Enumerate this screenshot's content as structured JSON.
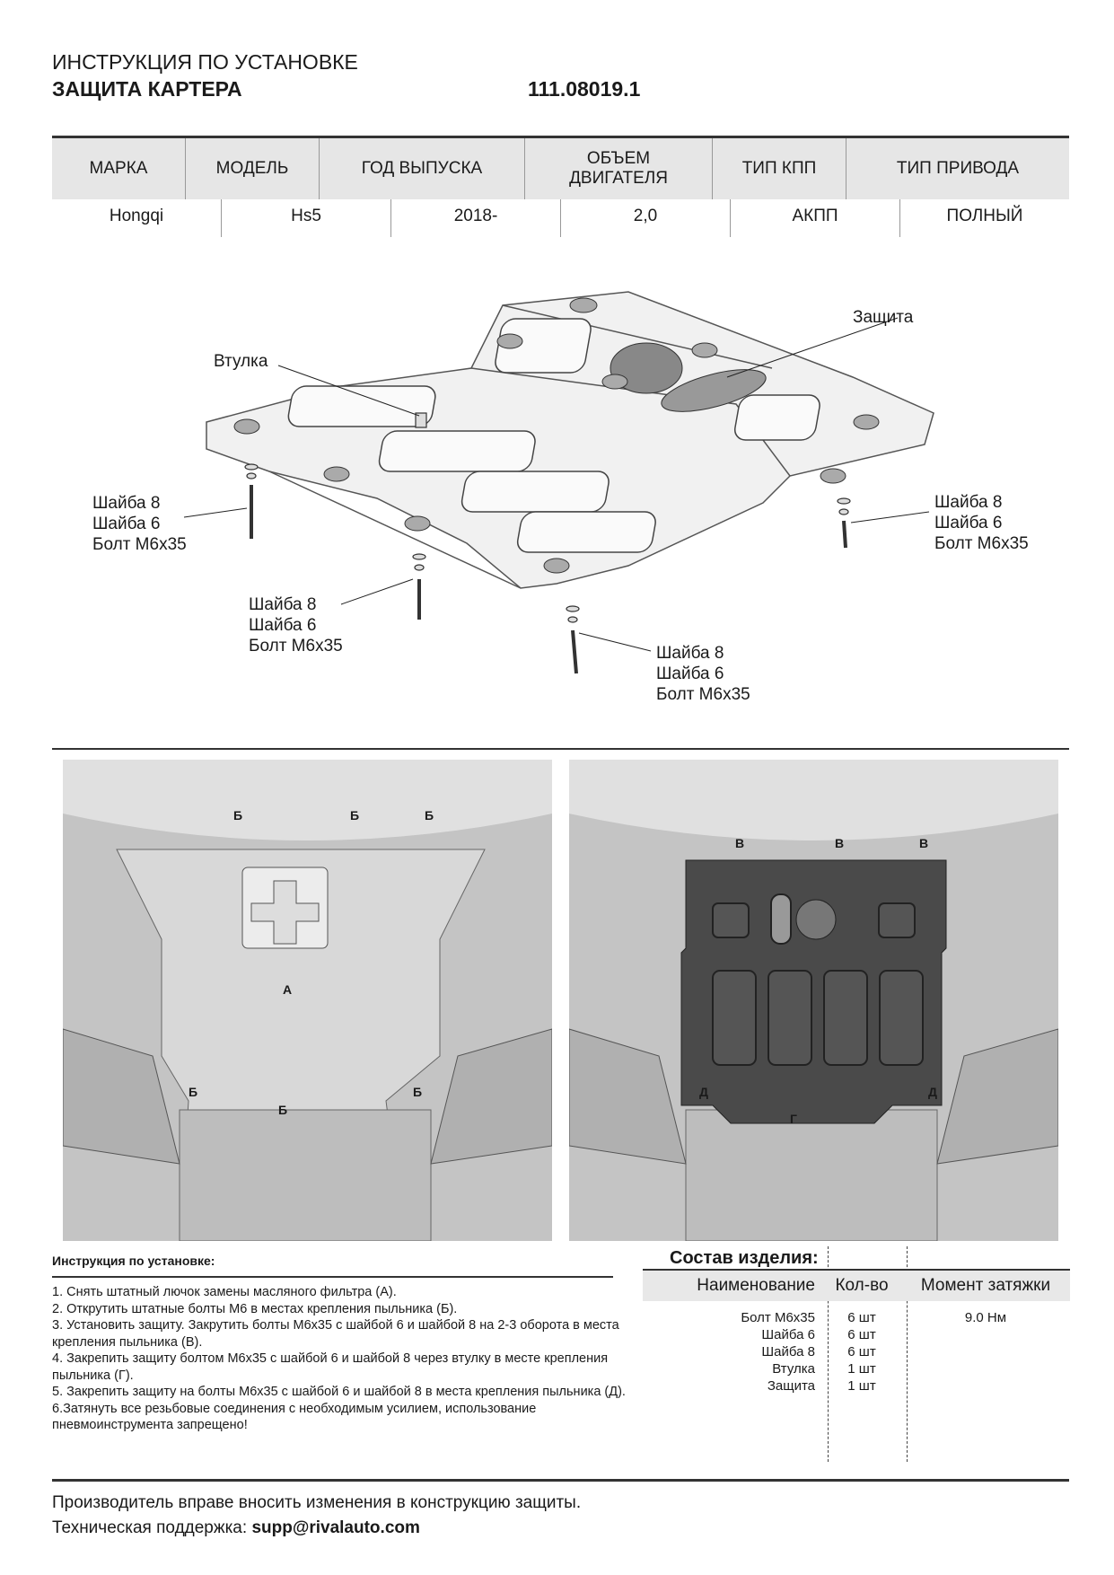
{
  "header": {
    "title_line1": "ИНСТРУКЦИЯ ПО УСТАНОВКЕ",
    "title_line2": "ЗАЩИТА КАРТЕРА",
    "article": "111.08019.1"
  },
  "spec_table": {
    "headers": [
      "МАРКА",
      "МОДЕЛЬ",
      "ГОД ВЫПУСКА",
      "ОБЪЕМ ДВИГАТЕЛЯ",
      "ТИП КПП",
      "ТИП ПРИВОДА"
    ],
    "values": [
      "Hongqi",
      "Hs5",
      "2018-",
      "2,0",
      "АКПП",
      "ПОЛНЫЙ"
    ]
  },
  "diagram": {
    "label_guard": "Защита",
    "label_bushing": "Втулка",
    "fastener_set": {
      "l1": "Шайба 8",
      "l2": "Шайба 6",
      "l3": "Болт М6х35"
    }
  },
  "photos": {
    "left_markers": {
      "b": "Б",
      "a": "А"
    },
    "right_markers": {
      "v": "В",
      "g": "Г",
      "d": "Д"
    }
  },
  "instructions": {
    "title": "Инструкция по установке:",
    "steps": [
      "1. Снять штатный лючок замены масляного фильтра (А).",
      "2. Открутить штатные болты М6 в местах крепления пыльника (Б).",
      "3. Установить защиту. Закрутить болты М6х35 с шайбой 6 и шайбой 8 на 2-3 оборота в места крепления пыльника (В).",
      "4. Закрепить защиту болтом М6х35 с шайбой 6 и шайбой 8 через втулку в месте крепления пыльника (Г).",
      "5. Закрепить защиту на болты М6х35 с шайбой 6 и шайбой 8 в места крепления пыльника (Д).",
      "6.Затянуть все резьбовые соединения с необходимым усилием, использование пневмоинструмента запрещено!"
    ]
  },
  "composition": {
    "title": "Состав изделия:",
    "headers": [
      "Наименование",
      "Кол-во",
      "Момент затяжки"
    ],
    "items": [
      {
        "name": "Болт М6х35",
        "qty": "6 шт",
        "torque": "9.0 Нм"
      },
      {
        "name": "Шайба 6",
        "qty": "6 шт"
      },
      {
        "name": "Шайба 8",
        "qty": "6 шт"
      },
      {
        "name": "Втулка",
        "qty": "1 шт"
      },
      {
        "name": "Защита",
        "qty": "1 шт"
      }
    ]
  },
  "footer": {
    "notice": "Производитель вправе вносить изменения в конструкцию защиты.",
    "support_label": "Техническая поддержка:",
    "support_email": "supp@rivalauto.com"
  }
}
